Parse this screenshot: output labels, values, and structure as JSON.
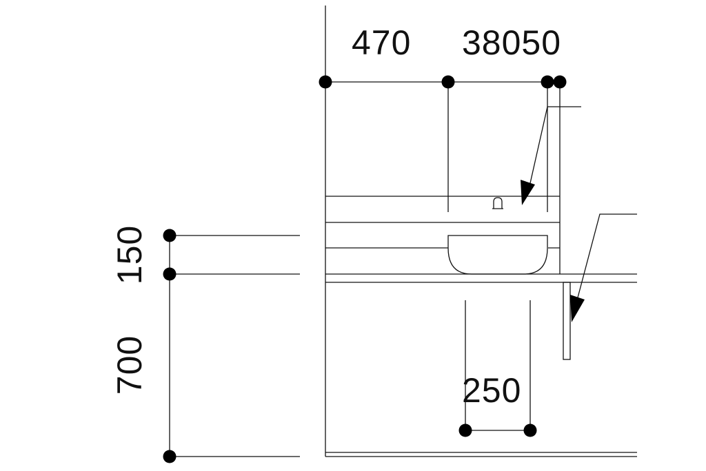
{
  "drawing": {
    "dimensions": {
      "top_left": "470",
      "top_right": "38050",
      "side_upper": "150",
      "side_lower": "700",
      "bottom": "250"
    },
    "colors": {
      "line": "#111111",
      "dot": "#000000",
      "background": "#ffffff"
    }
  }
}
